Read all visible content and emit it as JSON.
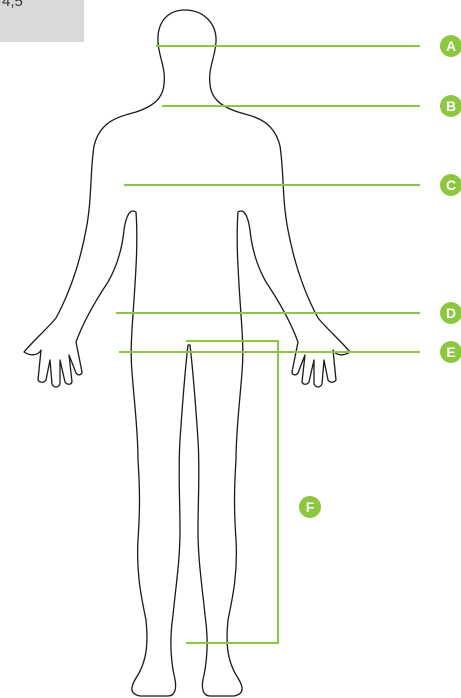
{
  "corner_label": "4,5",
  "colors": {
    "accent": "#8dc63f",
    "outline": "#1a1a1a",
    "tab": "#d9d9d9"
  },
  "labels": {
    "a": "A",
    "b": "B",
    "c": "C",
    "d": "D",
    "e": "E",
    "f": "F"
  }
}
